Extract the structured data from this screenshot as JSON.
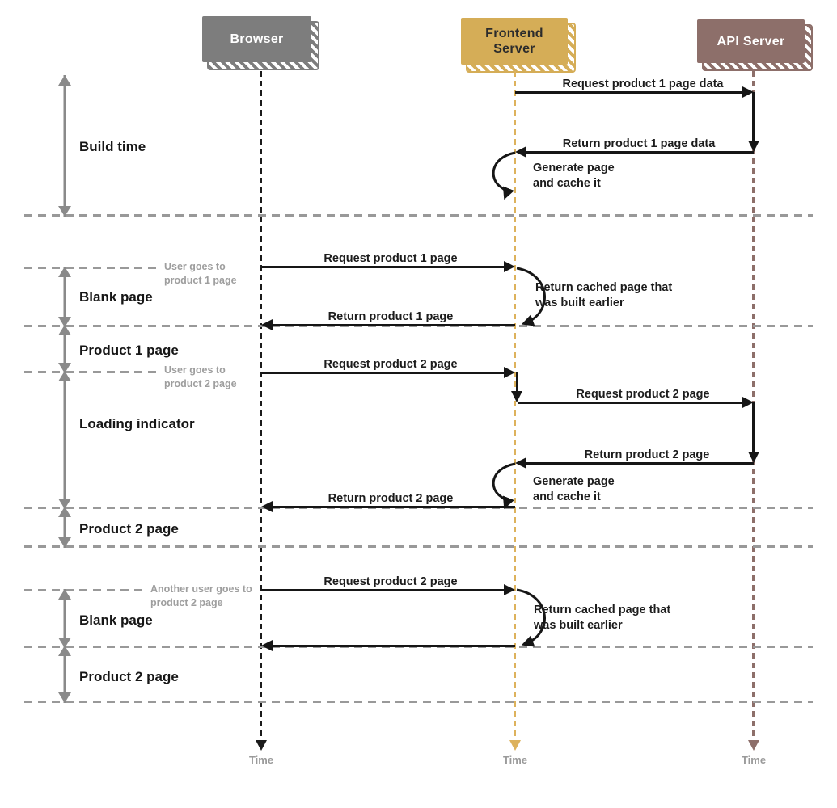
{
  "actors": [
    "Browser",
    "Frontend Server",
    "API Server"
  ],
  "periods": [
    "Build time",
    "Blank page",
    "Product 1 page",
    "Loading indicator",
    "Product 2 page",
    "Blank page",
    "Product 2 page"
  ],
  "notes": [
    "User goes to product 1 page",
    "User goes to product 2 page",
    "Another user goes to product 2 page"
  ],
  "messages": [
    "Request product 1 page data",
    "Return product 1 page data",
    "Request product 1 page",
    "Return product 1 page",
    "Request product 2 page",
    "Request product 2 page",
    "Return product 2 page",
    "Return product 2 page",
    "Request product 2 page"
  ],
  "loops": [
    "Generate page and cache it",
    "Return cached page that was built earlier",
    "Generate page and cache it",
    "Return cached page that was built earlier"
  ],
  "time_labels": [
    "Time",
    "Time",
    "Time"
  ],
  "colors": {
    "browser": "#7d7d7d",
    "frontend_server": "#d5ad57",
    "api_server": "#8d6f6a",
    "message_line": "#161616",
    "separator": "#999999",
    "measure_arrow": "#8a8a8a",
    "note_text": "#9e9e9e"
  }
}
